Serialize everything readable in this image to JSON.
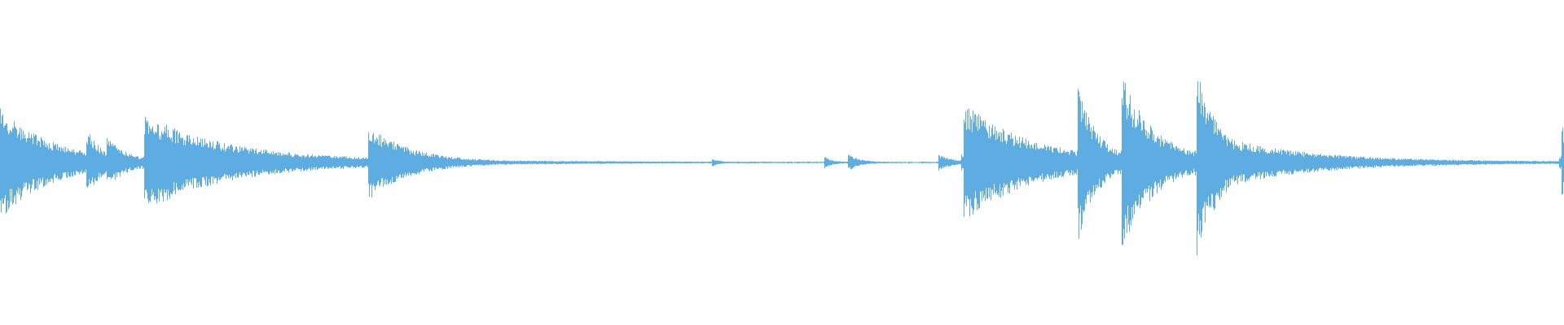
{
  "waveform": {
    "color": "#5dade2",
    "background": "#ffffff",
    "bursts": [
      {
        "t": 0.0,
        "peak": 0.58,
        "decay": 0.03,
        "noise": 0.05
      },
      {
        "t": 0.055,
        "peak": 0.34,
        "decay": 0.01,
        "noise": 0.04
      },
      {
        "t": 0.068,
        "peak": 0.25,
        "decay": 0.012,
        "noise": 0.04
      },
      {
        "t": 0.092,
        "peak": 0.48,
        "decay": 0.05,
        "noise": 0.06
      },
      {
        "t": 0.235,
        "peak": 0.4,
        "decay": 0.025,
        "noise": 0.03
      },
      {
        "t": 0.455,
        "peak": 0.04,
        "decay": 0.004,
        "noise": 0.01
      },
      {
        "t": 0.527,
        "peak": 0.05,
        "decay": 0.004,
        "noise": 0.02
      },
      {
        "t": 0.542,
        "peak": 0.08,
        "decay": 0.006,
        "noise": 0.02
      },
      {
        "t": 0.6,
        "peak": 0.07,
        "decay": 0.008,
        "noise": 0.02
      },
      {
        "t": 0.616,
        "peak": 0.62,
        "decay": 0.04,
        "noise": 0.05
      },
      {
        "t": 0.689,
        "peak": 0.85,
        "decay": 0.012,
        "noise": 0.05
      },
      {
        "t": 0.7,
        "peak": 0.25,
        "decay": 0.015,
        "noise": 0.04
      },
      {
        "t": 0.717,
        "peak": 0.92,
        "decay": 0.02,
        "noise": 0.06
      },
      {
        "t": 0.727,
        "peak": 0.38,
        "decay": 0.015,
        "noise": 0.05
      },
      {
        "t": 0.741,
        "peak": 0.22,
        "decay": 0.012,
        "noise": 0.04
      },
      {
        "t": 0.765,
        "peak": 1.0,
        "decay": 0.015,
        "noise": 0.06
      },
      {
        "t": 0.772,
        "peak": 0.3,
        "decay": 0.05,
        "noise": 0.04
      },
      {
        "t": 0.884,
        "peak": 0.05,
        "decay": 0.006,
        "noise": 0.01
      },
      {
        "t": 0.998,
        "peak": 0.48,
        "decay": 0.004,
        "noise": 0.03
      }
    ],
    "floor": 0.01
  }
}
